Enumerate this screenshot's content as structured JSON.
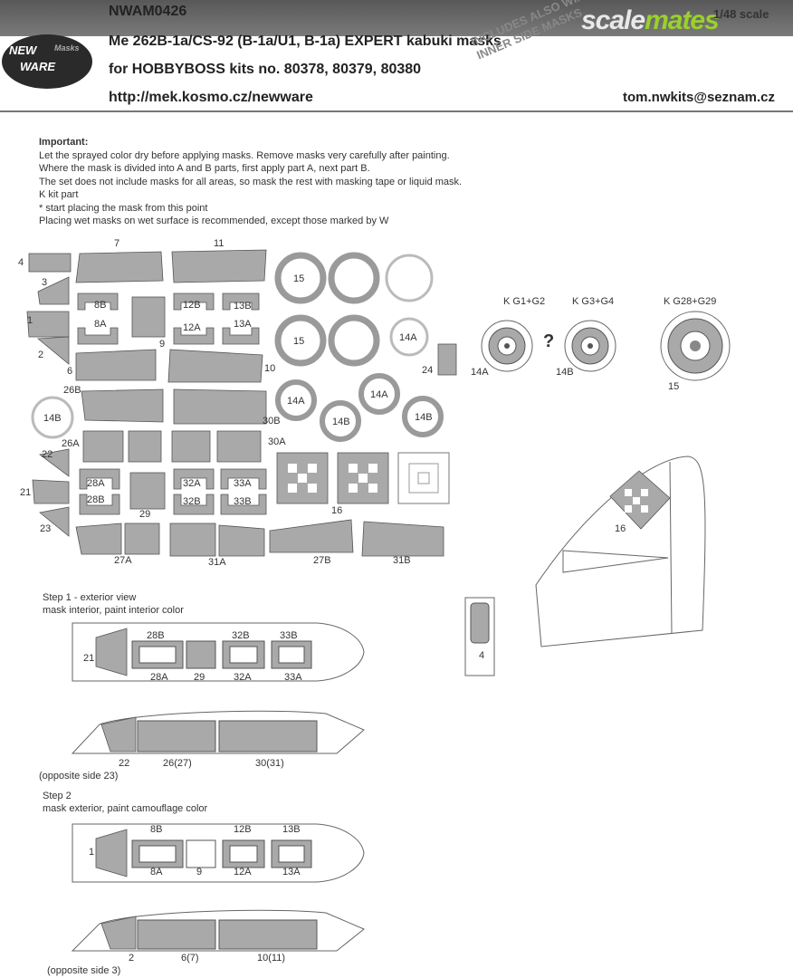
{
  "header": {
    "code": "NWAM0426",
    "title": "Me 262B-1a/CS-92 (B-1a/U1, B-1a) EXPERT kabuki masks",
    "kits": "for HOBBYBOSS kits no. 80378, 80379, 80380",
    "url": "http://mek.kosmo.cz/newware",
    "email": "tom.nwkits@seznam.cz",
    "scale": "1/48 scale",
    "stamp_line1": "INCLUDES ALSO WINDOWS",
    "stamp_line2": "INNER SIDE MASKS"
  },
  "logo": {
    "line1": "NEW",
    "line2": "WARE",
    "line3": "Masks"
  },
  "watermark": {
    "part1": "scale",
    "part2": "mates"
  },
  "instructions": {
    "title": "Important:",
    "lines": [
      "Let the sprayed color dry before applying masks. Remove masks very carefully after painting.",
      "Where the mask is divided into A and B parts, first apply part A, next part B.",
      "The set does not include masks for all areas, so mask the rest with masking tape or liquid mask.",
      "K kit part",
      "*  start placing the mask from this point",
      "Placing wet masks on wet surface is recommended, except those marked by W"
    ]
  },
  "mask_labels": {
    "l4": "4",
    "l7": "7",
    "l11": "11",
    "l3": "3",
    "l1": "1",
    "l2": "2",
    "l6": "6",
    "l9": "9",
    "l10": "10",
    "l8B": "8B",
    "l8A": "8A",
    "l12B": "12B",
    "l12A": "12A",
    "l13B": "13B",
    "l13A": "13A",
    "l26B": "26B",
    "l26A": "26A",
    "l30B": "30B",
    "l30A": "30A",
    "l22": "22",
    "l21": "21",
    "l23": "23",
    "l28A": "28A",
    "l28B": "28B",
    "l29": "29",
    "l32A": "32A",
    "l32B": "32B",
    "l33A": "33A",
    "l33B": "33B",
    "l16": "16",
    "l27A": "27A",
    "l31A": "31A",
    "l27B": "27B",
    "l31B": "31B",
    "w15a": "15",
    "w15b": "15",
    "w14Aa": "14A",
    "w14Ab": "14A",
    "w14Ac": "14A",
    "w14L": "14B",
    "w14Ba": "14B",
    "w14Bb": "14B",
    "l24": "24"
  },
  "wheels": {
    "kg1": "K G1+G2",
    "kg3": "K G3+G4",
    "kg28": "K G28+G29",
    "q": "?",
    "w14A": "14A",
    "w14B": "14B",
    "w15": "15"
  },
  "tail": {
    "l16": "16",
    "l4": "4"
  },
  "step1": {
    "title": "Step 1 - exterior view",
    "subtitle": "mask interior, paint interior color",
    "top": {
      "t28B": "28B",
      "t32B": "32B",
      "t33B": "33B",
      "t21": "21",
      "t28A": "28A",
      "t29": "29",
      "t32A": "32A",
      "t33A": "33A"
    },
    "side": {
      "s22": "22",
      "s26": "26(27)",
      "s30": "30(31)",
      "note": "(opposite side 23)"
    }
  },
  "step2": {
    "title": "Step 2",
    "subtitle": "mask exterior, paint camouflage color",
    "top": {
      "t8B": "8B",
      "t12B": "12B",
      "t13B": "13B",
      "t1": "1",
      "t8A": "8A",
      "t9": "9",
      "t12A": "12A",
      "t13A": "13A"
    },
    "side": {
      "s2": "2",
      "s6": "6(7)",
      "s10": "10(11)",
      "note": "(opposite side 3)"
    }
  }
}
